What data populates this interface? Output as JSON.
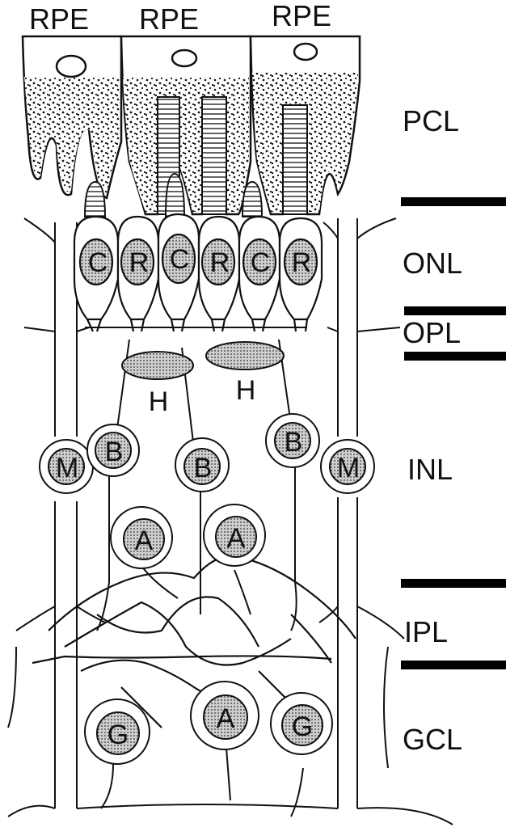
{
  "rpe_labels": [
    "RPE",
    "RPE",
    "RPE"
  ],
  "layer_labels": {
    "pcl": "PCL",
    "onl": "ONL",
    "opl": "OPL",
    "inl": "INL",
    "ipl": "IPL",
    "gcl": "GCL"
  },
  "photoreceptors": [
    "C",
    "R",
    "C",
    "R",
    "C",
    "R"
  ],
  "horizontal_cells": [
    "H",
    "H"
  ],
  "bipolar_cells": [
    "B",
    "B",
    "B"
  ],
  "muller_cells": [
    "M",
    "M"
  ],
  "amacrine_cells": [
    "A",
    "A",
    "A"
  ],
  "ganglion_cells": [
    "G",
    "G"
  ],
  "colors": {
    "ink": "#111111",
    "nucleus_fill": "#9a9a9a",
    "cell_fill": "#ffffff"
  }
}
